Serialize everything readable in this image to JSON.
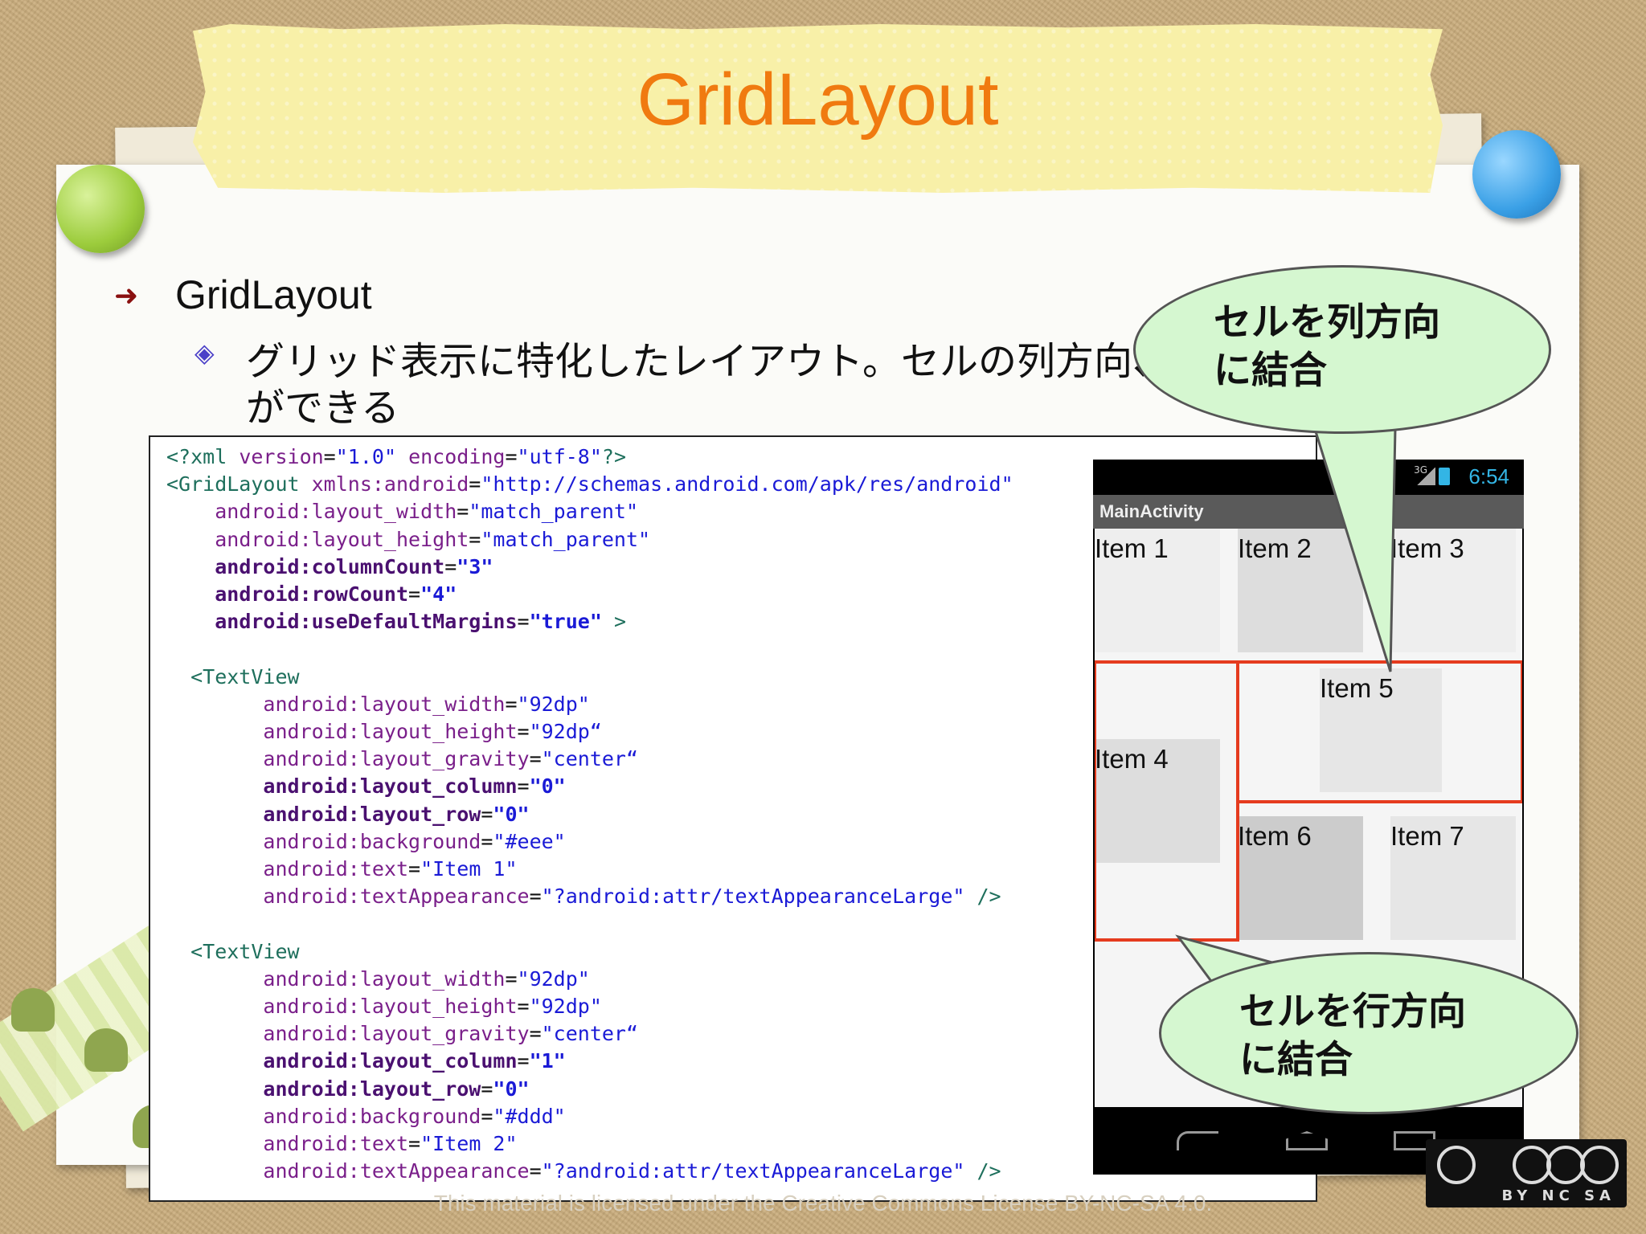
{
  "slide": {
    "title": "GridLayout",
    "bullet1": "GridLayout",
    "bullet2_line1": "グリッド表示に特化したレイアウト。セルの列方向、ま",
    "bullet2_line2": "ができる",
    "license": "This material is licensed under the Creative Commons License BY-NC-SA 4.0."
  },
  "code": [
    [
      {
        "c": "t",
        "s": "<?xml "
      },
      {
        "c": "a",
        "s": "version"
      },
      {
        "c": "p",
        "s": "="
      },
      {
        "c": "v",
        "s": "\"1.0\""
      },
      {
        "c": "p",
        "s": " "
      },
      {
        "c": "a",
        "s": "encoding"
      },
      {
        "c": "p",
        "s": "="
      },
      {
        "c": "v",
        "s": "\"utf-8\""
      },
      {
        "c": "t",
        "s": "?>"
      }
    ],
    [
      {
        "c": "t",
        "s": "<GridLayout "
      },
      {
        "c": "a",
        "s": "xmlns:android"
      },
      {
        "c": "p",
        "s": "="
      },
      {
        "c": "v",
        "s": "\"http://schemas.android.com/apk/res/android\""
      }
    ],
    [
      {
        "c": "p",
        "s": "    "
      },
      {
        "c": "a",
        "s": "android:layout_width"
      },
      {
        "c": "p",
        "s": "="
      },
      {
        "c": "v",
        "s": "\"match_parent\""
      }
    ],
    [
      {
        "c": "p",
        "s": "    "
      },
      {
        "c": "a",
        "s": "android:layout_height"
      },
      {
        "c": "p",
        "s": "="
      },
      {
        "c": "v",
        "s": "\"match_parent\""
      }
    ],
    [
      {
        "b": 1,
        "c": "p",
        "s": "    "
      },
      {
        "c": "a",
        "s": "android:columnCount"
      },
      {
        "c": "p",
        "s": "="
      },
      {
        "c": "v",
        "s": "\"3\""
      }
    ],
    [
      {
        "b": 1,
        "c": "p",
        "s": "    "
      },
      {
        "c": "a",
        "s": "android:rowCount"
      },
      {
        "c": "p",
        "s": "="
      },
      {
        "c": "v",
        "s": "\"4\""
      }
    ],
    [
      {
        "b": 1,
        "c": "p",
        "s": "    "
      },
      {
        "c": "a",
        "s": "android:useDefaultMargins"
      },
      {
        "c": "p",
        "s": "="
      },
      {
        "c": "v",
        "s": "\"true\""
      },
      {
        "c": "t",
        "s": " >"
      }
    ],
    [
      {
        "c": "p",
        "s": ""
      }
    ],
    [
      {
        "c": "t",
        "s": "  <TextView"
      }
    ],
    [
      {
        "c": "p",
        "s": "        "
      },
      {
        "c": "a",
        "s": "android:layout_width"
      },
      {
        "c": "p",
        "s": "="
      },
      {
        "c": "v",
        "s": "\"92dp\""
      }
    ],
    [
      {
        "c": "p",
        "s": "        "
      },
      {
        "c": "a",
        "s": "android:layout_height"
      },
      {
        "c": "p",
        "s": "="
      },
      {
        "c": "v",
        "s": "\"92dp“"
      }
    ],
    [
      {
        "c": "p",
        "s": "        "
      },
      {
        "c": "a",
        "s": "android:layout_gravity"
      },
      {
        "c": "p",
        "s": "="
      },
      {
        "c": "v",
        "s": "\"center“"
      }
    ],
    [
      {
        "b": 1,
        "c": "p",
        "s": "        "
      },
      {
        "c": "a",
        "s": "android:layout_column"
      },
      {
        "c": "p",
        "s": "="
      },
      {
        "c": "v",
        "s": "\"0\""
      }
    ],
    [
      {
        "b": 1,
        "c": "p",
        "s": "        "
      },
      {
        "c": "a",
        "s": "android:layout_row"
      },
      {
        "c": "p",
        "s": "="
      },
      {
        "c": "v",
        "s": "\"0\""
      }
    ],
    [
      {
        "c": "p",
        "s": "        "
      },
      {
        "c": "a",
        "s": "android:background"
      },
      {
        "c": "p",
        "s": "="
      },
      {
        "c": "v",
        "s": "\"#eee\""
      }
    ],
    [
      {
        "c": "p",
        "s": "        "
      },
      {
        "c": "a",
        "s": "android:text"
      },
      {
        "c": "p",
        "s": "="
      },
      {
        "c": "v",
        "s": "\"Item 1\""
      }
    ],
    [
      {
        "c": "p",
        "s": "        "
      },
      {
        "c": "a",
        "s": "android:textAppearance"
      },
      {
        "c": "p",
        "s": "="
      },
      {
        "c": "v",
        "s": "\"?android:attr/textAppearanceLarge\""
      },
      {
        "c": "t",
        "s": " />"
      }
    ],
    [
      {
        "c": "p",
        "s": ""
      }
    ],
    [
      {
        "c": "t",
        "s": "  <TextView"
      }
    ],
    [
      {
        "c": "p",
        "s": "        "
      },
      {
        "c": "a",
        "s": "android:layout_width"
      },
      {
        "c": "p",
        "s": "="
      },
      {
        "c": "v",
        "s": "\"92dp\""
      }
    ],
    [
      {
        "c": "p",
        "s": "        "
      },
      {
        "c": "a",
        "s": "android:layout_height"
      },
      {
        "c": "p",
        "s": "="
      },
      {
        "c": "v",
        "s": "\"92dp\""
      }
    ],
    [
      {
        "c": "p",
        "s": "        "
      },
      {
        "c": "a",
        "s": "android:layout_gravity"
      },
      {
        "c": "p",
        "s": "="
      },
      {
        "c": "v",
        "s": "\"center“"
      }
    ],
    [
      {
        "b": 1,
        "c": "p",
        "s": "        "
      },
      {
        "c": "a",
        "s": "android:layout_column"
      },
      {
        "c": "p",
        "s": "="
      },
      {
        "c": "v",
        "s": "\"1\""
      }
    ],
    [
      {
        "b": 1,
        "c": "p",
        "s": "        "
      },
      {
        "c": "a",
        "s": "android:layout_row"
      },
      {
        "c": "p",
        "s": "="
      },
      {
        "c": "v",
        "s": "\"0\""
      }
    ],
    [
      {
        "c": "p",
        "s": "        "
      },
      {
        "c": "a",
        "s": "android:background"
      },
      {
        "c": "p",
        "s": "="
      },
      {
        "c": "v",
        "s": "\"#ddd\""
      }
    ],
    [
      {
        "c": "p",
        "s": "        "
      },
      {
        "c": "a",
        "s": "android:text"
      },
      {
        "c": "p",
        "s": "="
      },
      {
        "c": "v",
        "s": "\"Item 2\""
      }
    ],
    [
      {
        "c": "p",
        "s": "        "
      },
      {
        "c": "a",
        "s": "android:textAppearance"
      },
      {
        "c": "p",
        "s": "="
      },
      {
        "c": "v",
        "s": "\"?android:attr/textAppearanceLarge\""
      },
      {
        "c": "t",
        "s": " />"
      }
    ]
  ],
  "phone": {
    "network": "3G",
    "clock": "6:54",
    "action_title": "MainActivity",
    "items": [
      "Item 1",
      "Item 2",
      "Item 3",
      "Item 4",
      "Item 5",
      "Item 6",
      "Item 7"
    ]
  },
  "callouts": {
    "column_merge": [
      "セルを列方向",
      "に結合"
    ],
    "row_merge": [
      "セルを行方向",
      "に結合"
    ]
  },
  "cc_badge": {
    "labels": "BY NC SA"
  },
  "colors": {
    "title": "#f07a10",
    "highlight": "#e53b1e",
    "bubble": "#d5f7d0",
    "clock": "#33b5e5"
  }
}
